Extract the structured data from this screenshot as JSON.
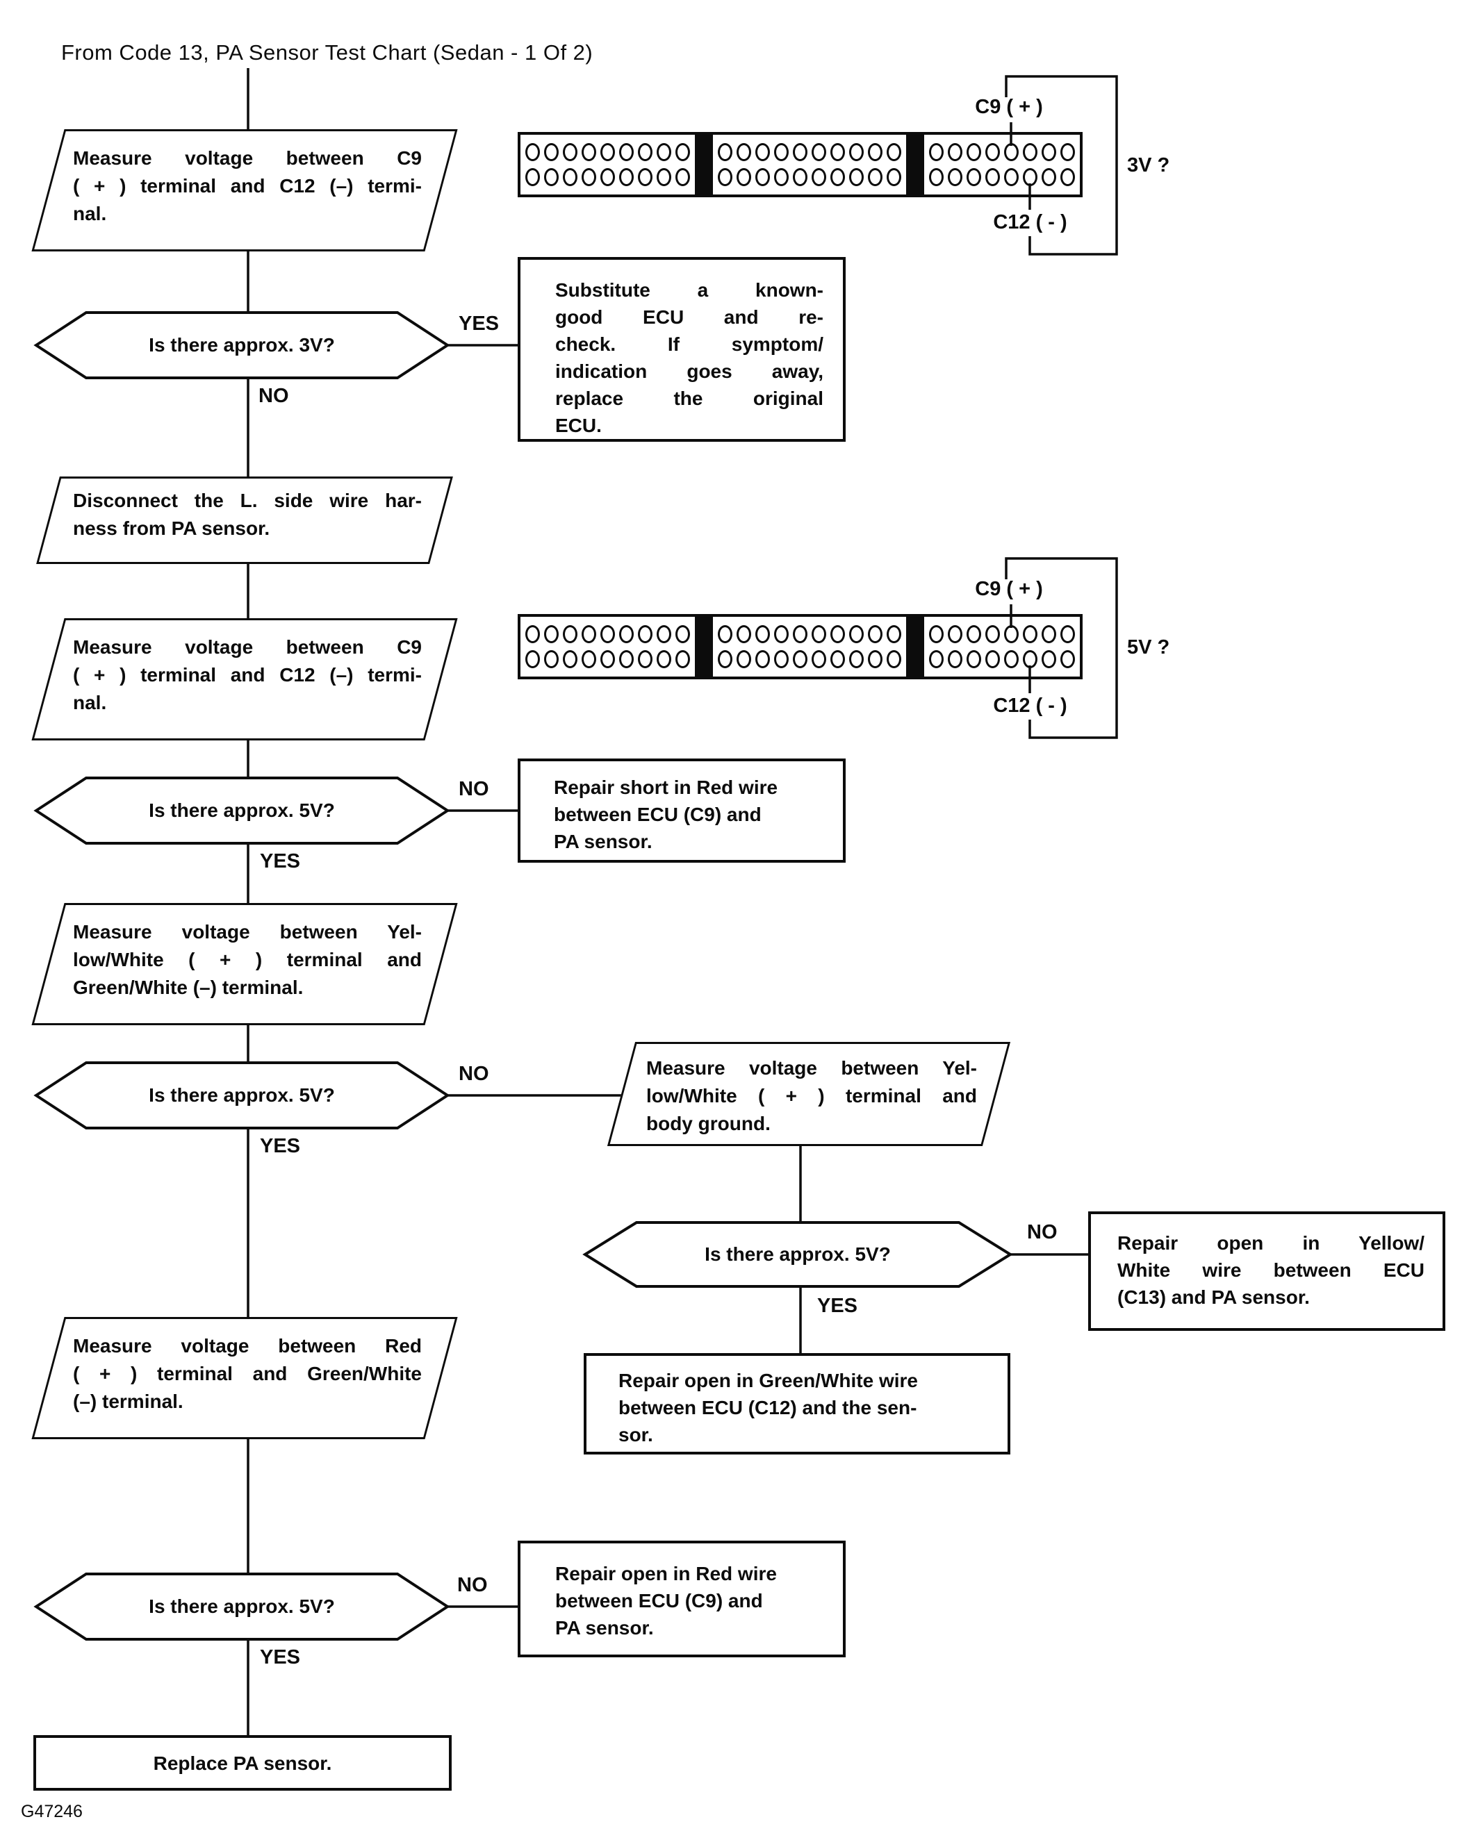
{
  "page": {
    "title": "From Code 13, PA Sensor Test Chart (Sedan - 1 Of 2)",
    "figure_id": "G47246",
    "ink_color": "#0c0c0c",
    "paper_color": "#ffffff"
  },
  "labels": {
    "yes": "YES",
    "no": "NO"
  },
  "connectors": [
    {
      "name": "ecu-connector-3v",
      "segments": [
        9,
        10,
        8
      ],
      "pin_positive": "C9 ( + )",
      "pin_negative": "C12 ( - )",
      "question": "3V ?"
    },
    {
      "name": "ecu-connector-5v",
      "segments": [
        9,
        10,
        8
      ],
      "pin_positive": "C9 ( + )",
      "pin_negative": "C12 ( - )",
      "question": "5V ?"
    }
  ],
  "nodes": {
    "measure_c9_c12_a": {
      "lines": [
        "Measure voltage between C9",
        "( + ) terminal and C12 (–) termi-",
        "nal."
      ]
    },
    "decision_3v": {
      "text": "Is there approx. 3V?"
    },
    "substitute_ecu": {
      "lines": [
        "Substitute a known-",
        "good ECU and re-",
        "check. If symptom/",
        "indication goes away,",
        "replace the original",
        "ECU."
      ]
    },
    "disconnect_harness": {
      "lines": [
        "Disconnect the L. side wire har-",
        "ness from PA sensor."
      ]
    },
    "measure_c9_c12_b": {
      "lines": [
        "Measure voltage between C9",
        "( + ) terminal and C12 (–) termi-",
        "nal."
      ]
    },
    "decision_5v_a": {
      "text": "Is there approx. 5V?"
    },
    "repair_short_red": {
      "lines": [
        "Repair short in Red wire",
        "between ECU (C9) and",
        "PA sensor."
      ]
    },
    "measure_yw_gw": {
      "lines": [
        "Measure voltage between Yel-",
        "low/White ( + ) terminal and",
        "Green/White (–) terminal."
      ]
    },
    "decision_5v_b": {
      "text": "Is there approx. 5V?"
    },
    "measure_yw_ground": {
      "lines": [
        "Measure voltage between Yel-",
        "low/White ( + ) terminal and",
        "body ground."
      ]
    },
    "decision_5v_c": {
      "text": "Is there approx. 5V?"
    },
    "repair_open_yw": {
      "lines": [
        "Repair open in Yellow/",
        "White wire between ECU",
        "(C13) and PA sensor."
      ]
    },
    "repair_open_gw": {
      "lines": [
        "Repair open in Green/White wire",
        "between ECU (C12) and the sen-",
        "sor."
      ]
    },
    "measure_red_gw": {
      "lines": [
        "Measure voltage between Red",
        "( + ) terminal and Green/White",
        "(–) terminal."
      ]
    },
    "decision_5v_d": {
      "text": "Is there approx. 5V?"
    },
    "repair_open_red": {
      "lines": [
        "Repair open in Red wire",
        "between ECU (C9) and",
        "PA sensor."
      ]
    },
    "replace_pa_sensor": {
      "text": "Replace PA sensor."
    }
  }
}
